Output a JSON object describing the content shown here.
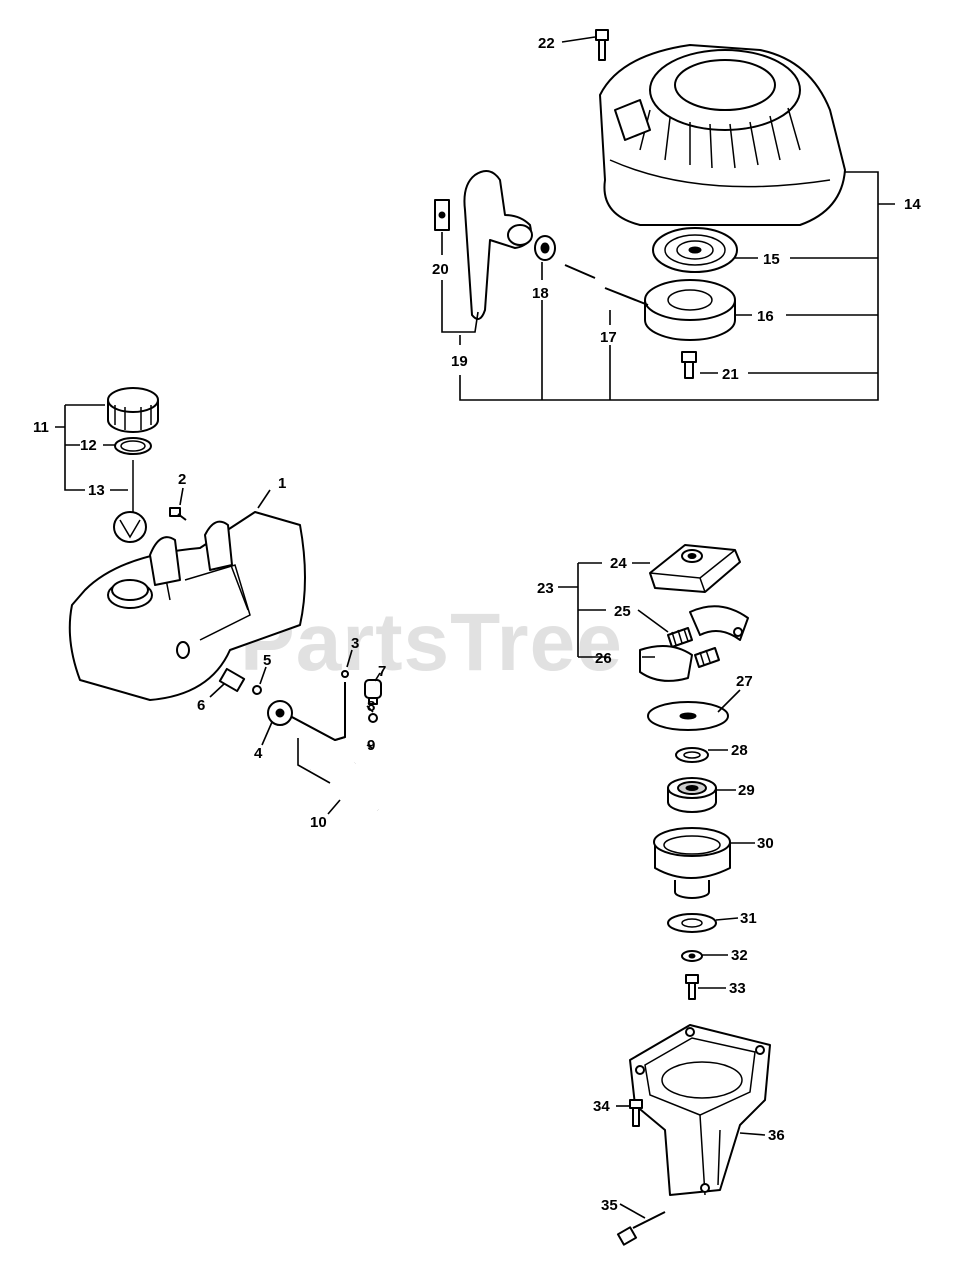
{
  "watermark": "PartsTree",
  "labels": {
    "l1": "1",
    "l2": "2",
    "l3": "3",
    "l4": "4",
    "l5": "5",
    "l6": "6",
    "l7": "7",
    "l8": "8",
    "l9": "9",
    "l10": "10",
    "l11": "11",
    "l12": "12",
    "l13": "13",
    "l14": "14",
    "l15": "15",
    "l16": "16",
    "l17": "17",
    "l18": "18",
    "l19": "19",
    "l20": "20",
    "l21": "21",
    "l22": "22",
    "l23": "23",
    "l24": "24",
    "l25": "25",
    "l26": "26",
    "l27": "27",
    "l28": "28",
    "l29": "29",
    "l30": "30",
    "l31": "31",
    "l32": "32",
    "l33": "33",
    "l34": "34",
    "l35": "35",
    "l36": "36"
  }
}
